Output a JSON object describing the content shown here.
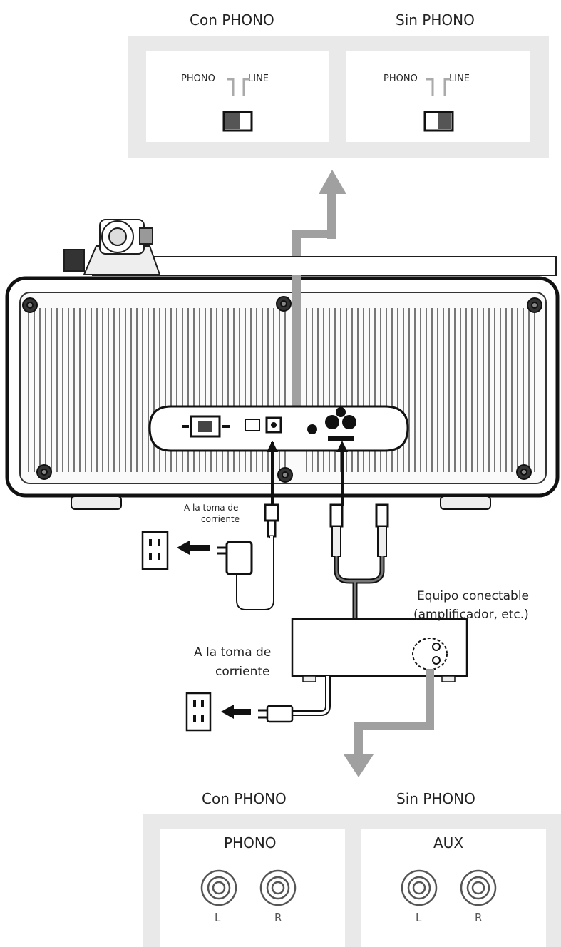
{
  "top_panel": {
    "left_heading": "Con PHONO",
    "right_heading": "Sin PHONO",
    "switch_label_phono": "PHONO",
    "switch_label_line": "LINE",
    "left_switch_position": "PHONO",
    "right_switch_position": "LINE"
  },
  "power_labels": {
    "player_line1": "A la toma de",
    "player_line2": "corriente",
    "amp_line1": "A la toma de",
    "amp_line2": "corriente"
  },
  "equipment": {
    "line1": "Equipo conectable",
    "line2": "(amplificador, etc.)"
  },
  "bottom_panel": {
    "left_heading": "Con PHONO",
    "right_heading": "Sin PHONO",
    "left_input_label": "PHONO",
    "right_input_label": "AUX",
    "jack_left": "L",
    "jack_right": "R"
  },
  "colors": {
    "panel_bg": "#e9e9e9",
    "arrow_gray": "#a0a0a0",
    "outline": "#1e1e1e"
  }
}
